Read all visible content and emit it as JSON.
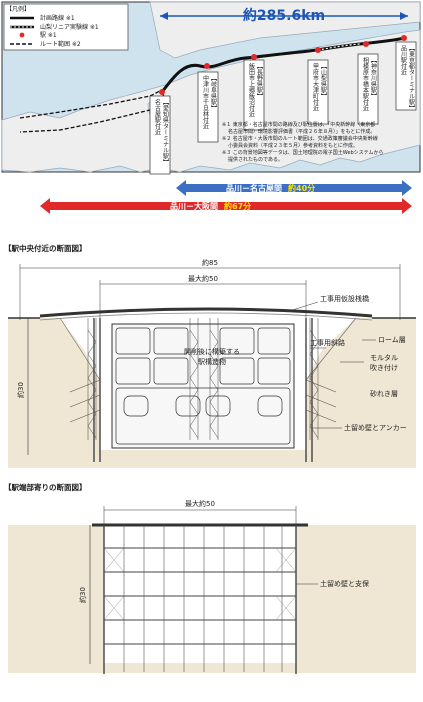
{
  "map": {
    "legend": {
      "title": "【凡例】",
      "items": [
        {
          "label": "計画路線 ※1"
        },
        {
          "label": "山梨リニア実験線 ※1"
        },
        {
          "label": "駅 ※1"
        },
        {
          "label": "ルート範囲 ※2"
        }
      ]
    },
    "distance_label": "約285.6km",
    "stations": [
      {
        "lines": [
          "【東京都ターミナル駅】",
          "品川駅付近"
        ]
      },
      {
        "lines": [
          "【神奈川県駅】",
          "相模原市橋本駅付近"
        ]
      },
      {
        "lines": [
          "【山梨県駅】",
          "甲府市大津町付近"
        ]
      },
      {
        "lines": [
          "【長野県駅】",
          "飯田市上郷飯沼付近"
        ]
      },
      {
        "lines": [
          "【岐阜県駅】",
          "中津川市千旦林付近"
        ]
      },
      {
        "lines": [
          "【愛知県ターミナル駅】",
          "名古屋駅付近"
        ]
      }
    ],
    "notes": [
      "※１ 東京都・名古屋市間の路線及び駅位置は、「中央新幹線（東京都・",
      "名古屋市間）環境影響評価書（平成２６年８月）」をもとに作成。",
      "※２ 名古屋市・大阪市間のルート範囲は、交通政策審議会中央新幹線",
      "小委員会資料（平成２３年５月）参考資料をもとに作成。",
      "※３ この背景地図等データは、国土地理院の電子国土Webシステムから",
      "提供されたものである。"
    ],
    "bars": [
      {
        "label": "品川－名古屋間",
        "time": "約40分",
        "color": "#3a6fc4"
      },
      {
        "label": "品川－大阪間",
        "time": "約67分",
        "color": "#e02a2a"
      }
    ]
  },
  "section1": {
    "title": "【駅中央付近の断面図】",
    "width_total": "約85",
    "width_max": "最大約50",
    "depth": "約30",
    "labels": {
      "temp_bridge": "工事用仮設桟橋",
      "temp_slope": "工事用斜路",
      "structure_line1": "開削後に構築する",
      "structure_line2": "駅構造物",
      "loam": "ローム層",
      "mortar1": "モルタル",
      "mortar2": "吹き付け",
      "gravel": "砂れき層",
      "wall_anchor": "土留め壁とアンカー"
    }
  },
  "section2": {
    "title": "【駅端部寄りの断面図】",
    "width_max": "最大約50",
    "depth": "約30",
    "labels": {
      "wall_strut": "土留め壁と支保"
    }
  },
  "colors": {
    "sea": "#cfe3ef",
    "land": "#eeeeee",
    "ground": "#efe6d4",
    "route": "#111111",
    "station": "#e02a2a"
  }
}
